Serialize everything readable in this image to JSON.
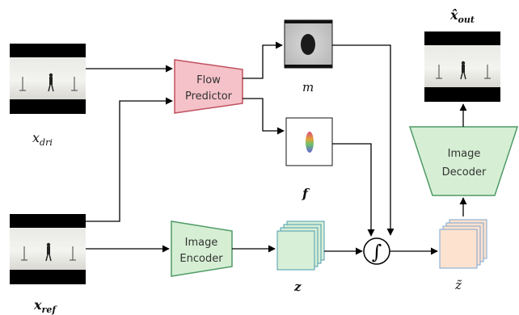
{
  "modules": {
    "flow_predictor": {
      "line1": "Flow",
      "line2": "Predictor",
      "fill": "#f4c2c8",
      "stroke": "#c0505f"
    },
    "image_encoder": {
      "line1": "Image",
      "line2": "Encoder",
      "fill": "#d6efd4",
      "stroke": "#4f9a66"
    },
    "image_decoder": {
      "line1": "Image",
      "line2": "Decoder",
      "fill": "#d6efd4",
      "stroke": "#4f9a66"
    }
  },
  "labels": {
    "x_dri_base": "x",
    "x_dri_sub": "dri",
    "x_ref_base": "x",
    "x_ref_sub": "ref",
    "x_out_base": "x̂",
    "x_out_sub": "out",
    "m": "m",
    "f": "f",
    "z": "z",
    "z_tilde": "z̃",
    "integral": "∫"
  },
  "colors": {
    "z_stack": "#d7efd6",
    "z_stack_edge": "#4d9bb0",
    "z_tilde_stack": "#fde2cf",
    "z_tilde_stack_edge": "#7aa7d0"
  }
}
